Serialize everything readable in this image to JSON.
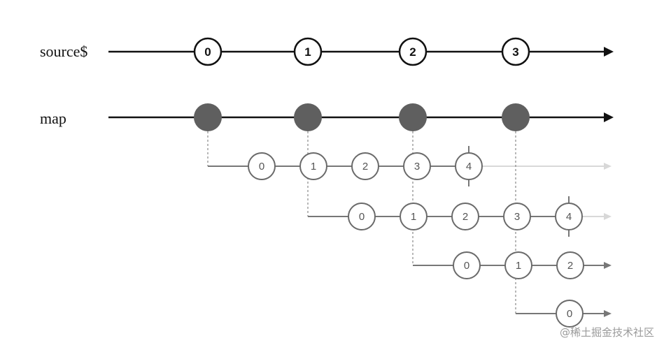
{
  "labels": {
    "source": "source$",
    "map": "map"
  },
  "source_values": [
    "0",
    "1",
    "2",
    "3"
  ],
  "inner_streams": [
    {
      "values": [
        "0",
        "1",
        "2",
        "3",
        "4"
      ],
      "completed": true
    },
    {
      "values": [
        "0",
        "1",
        "2",
        "3",
        "4"
      ],
      "completed": true
    },
    {
      "values": [
        "0",
        "1",
        "2"
      ],
      "completed": false
    },
    {
      "values": [
        "0"
      ],
      "completed": false
    }
  ],
  "watermark": "@稀土掘金技术社区",
  "colors": {
    "main_line": "#111111",
    "map_marble": "#5f5f5f",
    "inner_line": "#777777",
    "inner_marble_stroke": "#6a6a6a",
    "faded": "#d8d8d8",
    "dashed": "#888888"
  }
}
